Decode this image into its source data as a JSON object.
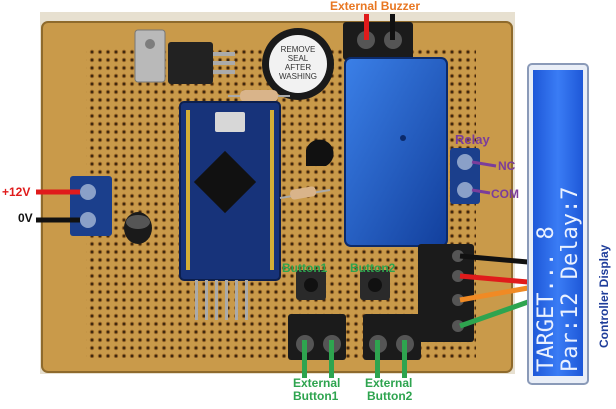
{
  "labels": {
    "external_buzzer": "External Buzzer",
    "relay": "Relay",
    "nc": "NC",
    "com": "COM",
    "plus_12v": "+12V",
    "zero_v": "0V",
    "button1": "Button1",
    "button2": "Button2",
    "external_button1_line1": "External",
    "external_button1_line2": "Button1",
    "external_button2_line1": "External",
    "external_button2_line2": "Button2",
    "controller_display": "Controller Display"
  },
  "buzzer_sticker": {
    "line1": "REMOVE",
    "line2": "SEAL",
    "line3": "AFTER",
    "line4": "WASHING"
  },
  "lcd": {
    "line1": "TARGET... 8",
    "line2": "Par:12  Delay:7"
  },
  "colors": {
    "pcb": "#c99a4a",
    "lcd_blue": "#2d6cf0",
    "relay_blue": "#1f5bc4",
    "terminal_blue": "#1b3f8c",
    "arduino_blue": "#17337a",
    "wire_red": "#e01b1b",
    "wire_black": "#111111",
    "wire_orange": "#f08a24",
    "wire_green": "#2ea44f",
    "label_purple": "#7b3d9b",
    "label_orange": "#e87722",
    "label_green": "#2ea44f",
    "label_blue": "#1e3d9a"
  }
}
